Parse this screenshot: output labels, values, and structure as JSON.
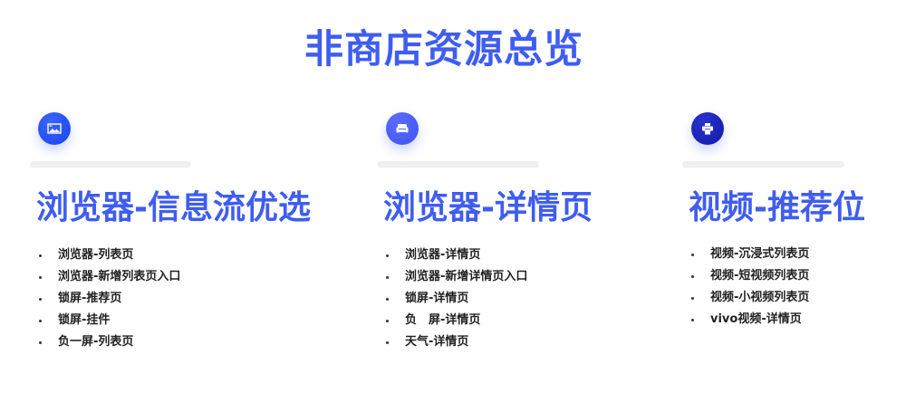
{
  "page": {
    "title": "非商店资源总览",
    "accent_color": "#3f5df0"
  },
  "columns": [
    {
      "icon": "image-icon",
      "icon_color": "#1f4df2",
      "title": "浏览器-信息流优选",
      "items": [
        "浏览器-列表页",
        "浏览器-新增列表页入口",
        "锁屏-推荐页",
        "锁屏-挂件",
        "负一屏-列表页"
      ]
    },
    {
      "icon": "sofa-icon",
      "icon_color": "#4a5ef5",
      "title": "浏览器-详情页",
      "items": [
        "浏览器-详情页",
        "浏览器-新增详情页入口",
        "锁屏-详情页",
        "负　屏-详情页",
        "天气-详情页"
      ]
    },
    {
      "icon": "printer-icon",
      "icon_color": "#1a22b8",
      "title": "视频-推荐位",
      "items": [
        "视频-沉浸式列表页",
        "视频-短视频列表页",
        "视频-小视频列表页",
        "vivo视频-详情页"
      ]
    }
  ]
}
